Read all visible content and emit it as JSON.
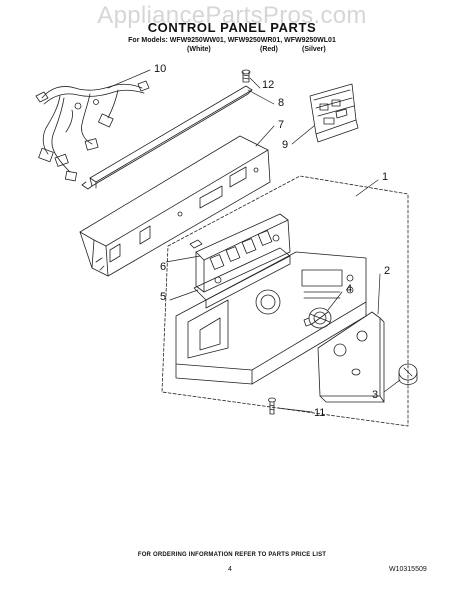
{
  "header": {
    "watermark": "AppliancePartsPros.com",
    "title": "CONTROL PANEL PARTS",
    "models_line": "For Models: WFW9250WW01, WFW9250WR01, WFW9250WL01",
    "colors": [
      "(White)",
      "(Red)",
      "(Silver)"
    ]
  },
  "callouts": [
    "1",
    "2",
    "3",
    "4",
    "5",
    "6",
    "7",
    "8",
    "9",
    "10",
    "11",
    "12"
  ],
  "footer": {
    "ordering_note": "FOR ORDERING INFORMATION REFER TO PARTS PRICE LIST",
    "page_number": "4",
    "document_number": "W10315509"
  }
}
